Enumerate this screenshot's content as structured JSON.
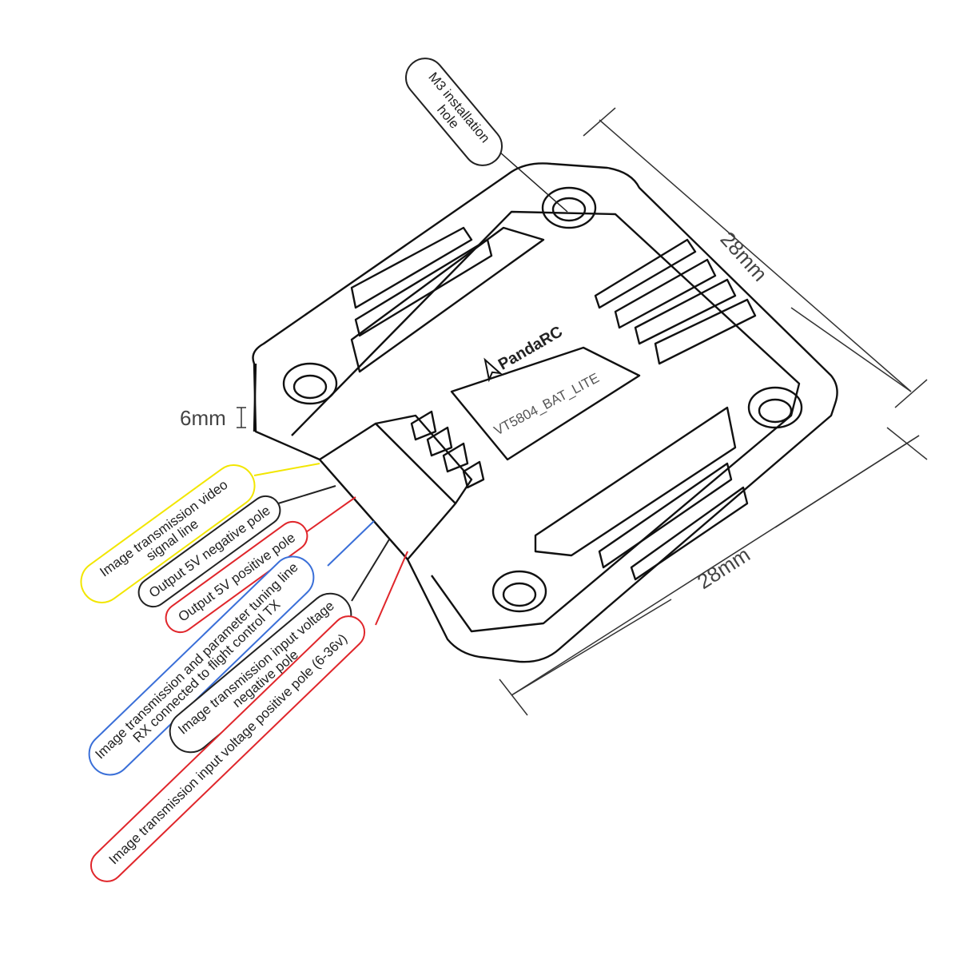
{
  "device": {
    "brand": "PandaRC",
    "model": "VT5804_BAT_LITE"
  },
  "dimensions": {
    "length_top": "28mm",
    "length_bottom": "28mm",
    "height": "6mm"
  },
  "callouts": {
    "mount_hole": {
      "line1": "M3 installation",
      "line2": "hole",
      "color": "#222222"
    },
    "video_signal": {
      "line1": "Image transmission video",
      "line2": "signal line",
      "color": "#f2e600"
    },
    "out_5v_neg": {
      "line1": "Output 5V negative pole",
      "color": "#222222"
    },
    "out_5v_pos": {
      "line1": "Output 5V positive pole",
      "color": "#e0262b"
    },
    "tuning_line": {
      "line1": "Image transmission and parameter tuning line",
      "line2": "RX connected to flight control TX",
      "color": "#3a6fd8"
    },
    "input_neg": {
      "line1": "Image transmission input voltage",
      "line2": "negative pole",
      "color": "#222222"
    },
    "input_pos": {
      "line1": "Image transmission input voltage positive pole (6-36v)",
      "color": "#e0262b"
    }
  }
}
